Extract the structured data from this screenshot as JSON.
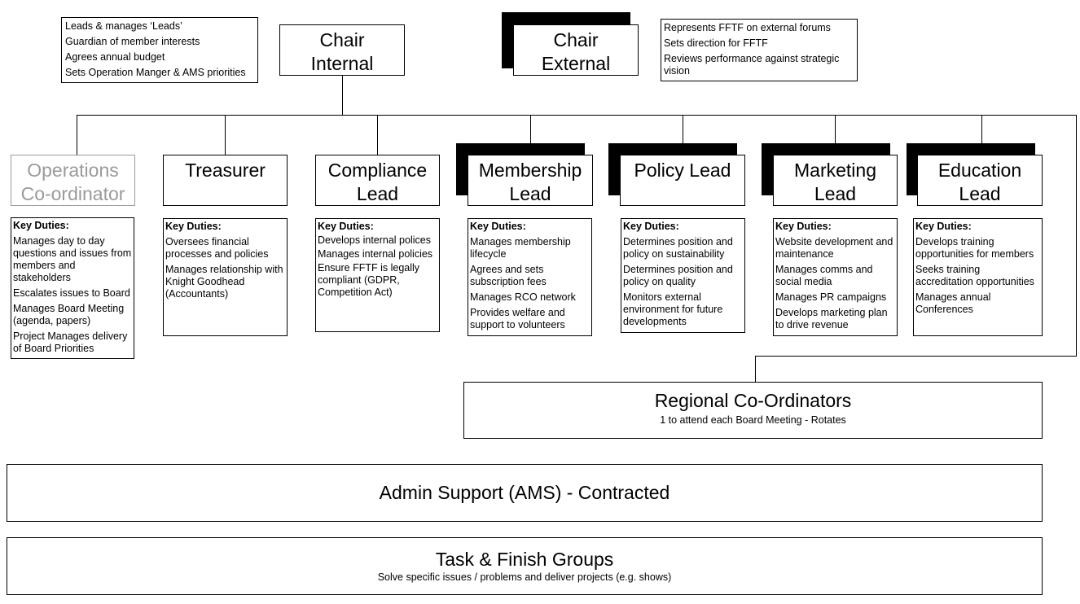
{
  "chair_internal": {
    "title_line1": "Chair",
    "title_line2": "Internal",
    "notes": [
      "Leads & manages ‘Leads’",
      "Guardian of member interests",
      "Agrees annual budget",
      "Sets Operation Manger & AMS priorities"
    ]
  },
  "chair_external": {
    "title_line1": "Chair",
    "title_line2": "External",
    "notes": [
      "Represents FFTF on external forums",
      "Sets direction for FFTF",
      "Reviews performance against strategic vision"
    ]
  },
  "key_duties_label": "Key Duties:",
  "roles": [
    {
      "title_line1": "Operations",
      "title_line2": "Co-ordinator",
      "duties": [
        "Manages day to day questions and issues from members and stakeholders",
        "Escalates issues to Board",
        "Manages Board Meeting (agenda, papers)",
        "Project Manages delivery of Board Priorities"
      ]
    },
    {
      "title_line1": "Treasurer",
      "title_line2": "",
      "duties": [
        "Oversees financial processes and policies",
        "Manages relationship with Knight Goodhead (Accountants)"
      ]
    },
    {
      "title_line1": "Compliance",
      "title_line2": "Lead",
      "duties": [
        "Develops internal polices",
        "Manages internal policies",
        "Ensure FFTF is legally compliant (GDPR, Competition Act)"
      ]
    },
    {
      "title_line1": "Membership",
      "title_line2": "Lead",
      "duties": [
        "Manages membership lifecycle",
        "Agrees and sets subscription fees",
        "Manages RCO network",
        "Provides welfare and support to volunteers"
      ]
    },
    {
      "title_line1": "Policy Lead",
      "title_line2": "",
      "duties": [
        "Determines position and policy on sustainability",
        "Determines position and policy on quality",
        "Monitors external environment for future developments"
      ]
    },
    {
      "title_line1": "Marketing",
      "title_line2": "Lead",
      "duties": [
        "Website development and maintenance",
        "Manages comms and social media",
        "Manages PR campaigns",
        "Develops marketing plan to drive revenue"
      ]
    },
    {
      "title_line1": "Education",
      "title_line2": "Lead",
      "duties": [
        "Develops training opportunities for members",
        "Seeks training accreditation opportunities",
        "Manages annual Conferences"
      ]
    }
  ],
  "regional": {
    "title": "Regional Co-Ordinators",
    "subtitle": "1 to attend each Board Meeting - Rotates"
  },
  "admin": {
    "title": "Admin Support (AMS) - Contracted"
  },
  "task_finish": {
    "title": "Task & Finish Groups",
    "subtitle": "Solve specific issues / problems and deliver projects (e.g. shows)"
  }
}
